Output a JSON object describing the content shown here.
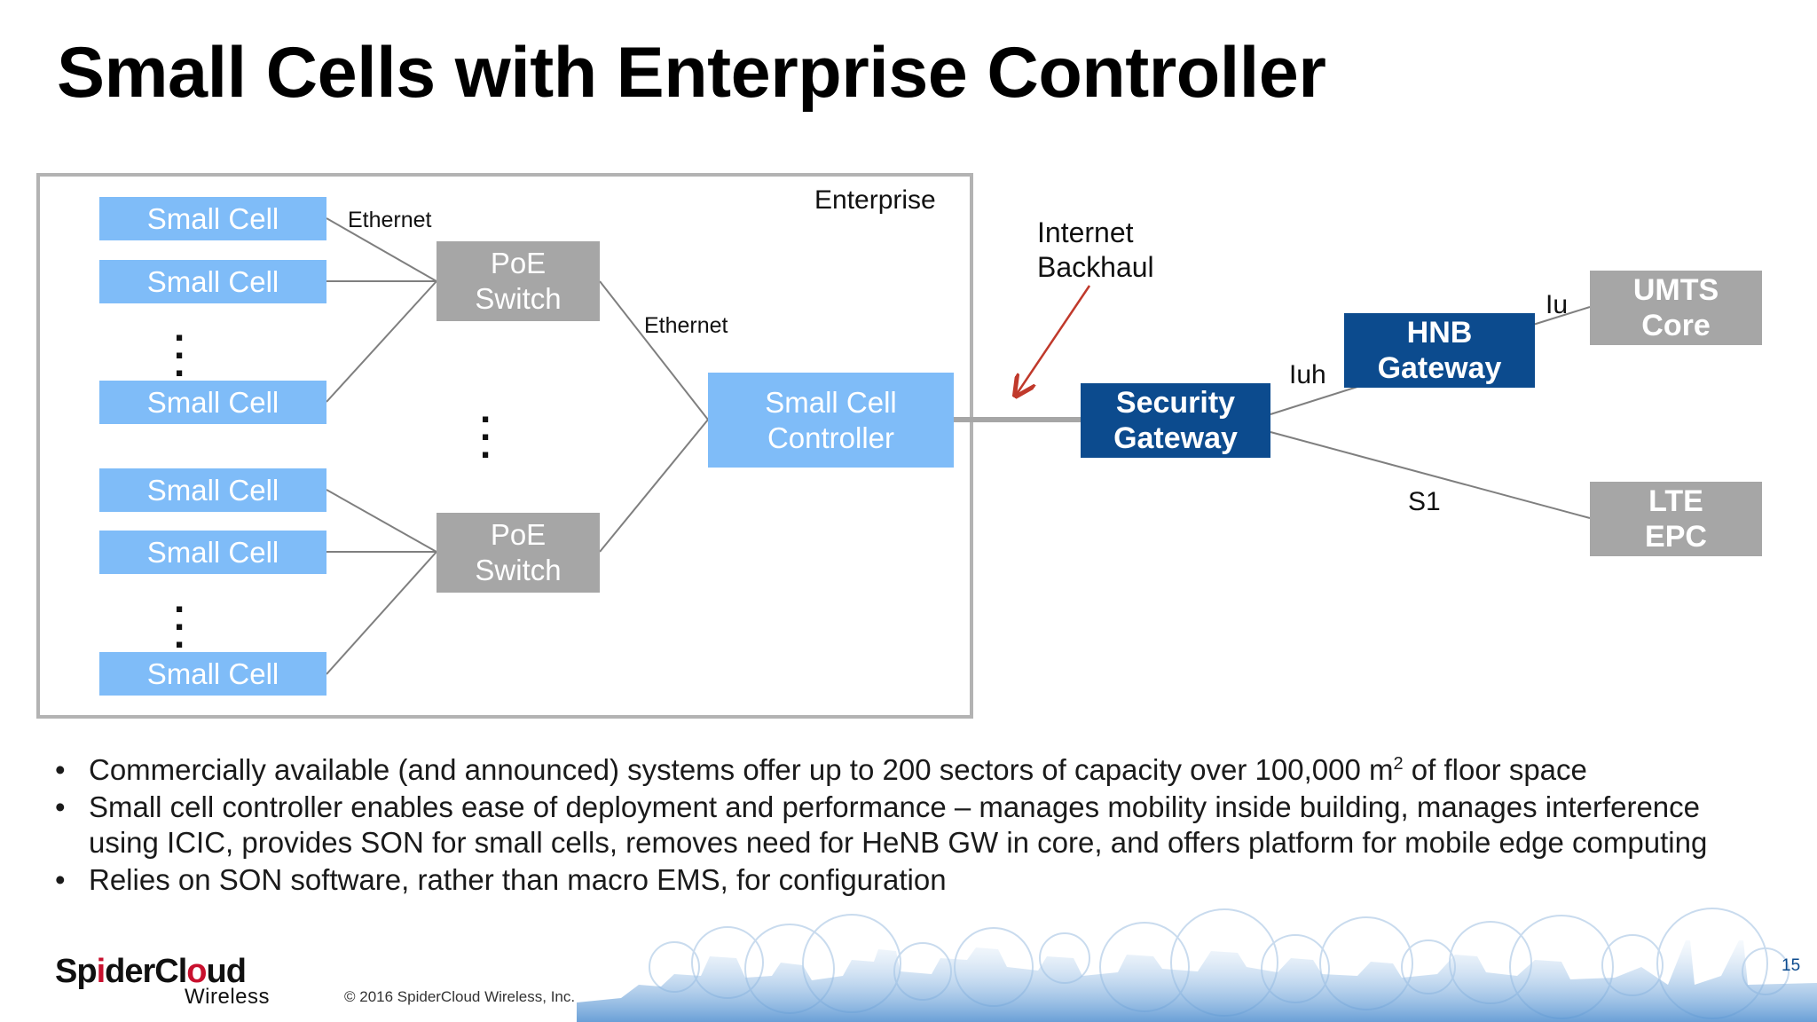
{
  "title": "Small Cells with Enterprise Controller",
  "diagram": {
    "enterprise_label": "Enterprise",
    "small_cells": [
      "Small Cell",
      "Small Cell",
      "Small Cell",
      "Small Cell",
      "Small Cell",
      "Small Cell"
    ],
    "poe_switches": [
      {
        "line1": "PoE",
        "line2": "Switch"
      },
      {
        "line1": "PoE",
        "line2": "Switch"
      }
    ],
    "controller": {
      "line1": "Small Cell",
      "line2": "Controller"
    },
    "ethernet_label_1": "Ethernet",
    "ethernet_label_2": "Ethernet",
    "backhaul": {
      "line1": "Internet",
      "line2": "Backhaul"
    },
    "security_gateway": {
      "line1": "Security",
      "line2": "Gateway"
    },
    "hnb_gateway": {
      "line1": "HNB",
      "line2": "Gateway"
    },
    "umts_core": {
      "line1": "UMTS",
      "line2": "Core"
    },
    "lte_epc": {
      "line1": "LTE",
      "line2": "EPC"
    },
    "iuh_label": "Iuh",
    "iu_label": "Iu",
    "s1_label": "S1",
    "colors": {
      "small_cell": "#7fbcf8",
      "switch": "#a6a6a6",
      "gateway": "#0c4b8e",
      "core": "#a6a6a6",
      "lines": "#7f7f7f",
      "arrow": "#c0392b"
    }
  },
  "bullets": {
    "b1_before": "Commercially available (and announced) systems offer up to 200 sectors of capacity over 100,000 m",
    "b1_sup": "2",
    "b1_after": " of floor space",
    "b2_line1": "Small cell controller enables ease of deployment and performance – manages mobility inside building, manages interference",
    "b2_line2": "using ICIC, provides SON for small cells, removes need for HeNB GW in core, and offers platform for mobile edge computing",
    "b3": "Relies on SON software, rather than macro EMS, for configuration"
  },
  "footer": {
    "logo_part1": "Sp",
    "logo_part2": "i",
    "logo_part3": "derCl",
    "logo_part4": "o",
    "logo_part5": "ud",
    "logo_sub": "Wireless",
    "copyright": "© 2016 SpiderCloud Wireless, Inc.",
    "page_number": "15"
  }
}
